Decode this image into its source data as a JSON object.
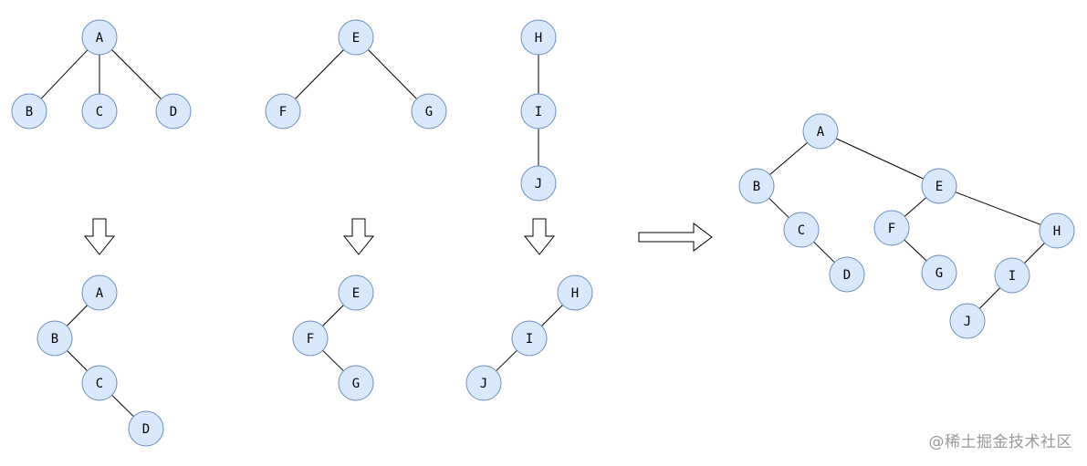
{
  "diagram": {
    "colors": {
      "node_fill": "#dae8fc",
      "node_stroke": "#6c8ebf",
      "edge": "#000000",
      "watermark": "#9a9a9a"
    },
    "trees": [
      {
        "id": "tree1",
        "nodes": [
          "A",
          "B",
          "C",
          "D"
        ],
        "edges": [
          [
            "A",
            "B"
          ],
          [
            "A",
            "C"
          ],
          [
            "A",
            "D"
          ]
        ]
      },
      {
        "id": "tree2",
        "nodes": [
          "E",
          "F",
          "G"
        ],
        "edges": [
          [
            "E",
            "F"
          ],
          [
            "E",
            "G"
          ]
        ]
      },
      {
        "id": "tree3",
        "nodes": [
          "H",
          "I",
          "J"
        ],
        "edges": [
          [
            "H",
            "I"
          ],
          [
            "I",
            "J"
          ]
        ]
      },
      {
        "id": "binary1",
        "nodes": [
          "A",
          "B",
          "C",
          "D"
        ],
        "edges": [
          [
            "A",
            "B"
          ],
          [
            "B",
            "C"
          ],
          [
            "C",
            "D"
          ]
        ]
      },
      {
        "id": "binary2",
        "nodes": [
          "E",
          "F",
          "G"
        ],
        "edges": [
          [
            "E",
            "F"
          ],
          [
            "F",
            "G"
          ]
        ]
      },
      {
        "id": "binary3",
        "nodes": [
          "H",
          "I",
          "J"
        ],
        "edges": [
          [
            "H",
            "I"
          ],
          [
            "I",
            "J"
          ]
        ]
      },
      {
        "id": "combined",
        "nodes": [
          "A",
          "B",
          "C",
          "D",
          "E",
          "F",
          "G",
          "H",
          "I",
          "J"
        ],
        "edges": [
          [
            "A",
            "B"
          ],
          [
            "B",
            "C"
          ],
          [
            "C",
            "D"
          ],
          [
            "A",
            "E"
          ],
          [
            "E",
            "F"
          ],
          [
            "F",
            "G"
          ],
          [
            "E",
            "H"
          ],
          [
            "H",
            "I"
          ],
          [
            "I",
            "J"
          ]
        ]
      }
    ],
    "arrows": [
      {
        "id": "down-arrow-1",
        "direction": "down"
      },
      {
        "id": "down-arrow-2",
        "direction": "down"
      },
      {
        "id": "down-arrow-3",
        "direction": "down"
      },
      {
        "id": "right-arrow",
        "direction": "right"
      }
    ]
  },
  "watermark": "@稀土掘金技术社区"
}
